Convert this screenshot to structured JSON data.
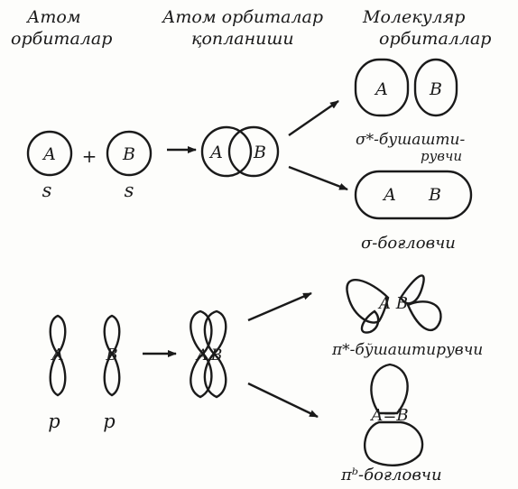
{
  "headers": {
    "col1_line1": "Атом",
    "col1_line2": "орбиталар",
    "col2_line1": "Атом орбиталар",
    "col2_line2": "қопланиши",
    "col3_line1": "Молекуляр",
    "col3_line2": "орбиталлар"
  },
  "s_row": {
    "atom_a": "A",
    "atom_b": "B",
    "plus": "+",
    "label_a": "s",
    "label_b": "s",
    "overlap_a": "A",
    "overlap_b": "B",
    "antibonding_a": "A",
    "antibonding_b": "B",
    "antibonding_label_line1": "σ*-бушашти-",
    "antibonding_label_line2": "рувчи",
    "bonding_a": "A",
    "bonding_b": "B",
    "bonding_label": "σ-боғловчи"
  },
  "p_row": {
    "atom_a": "A",
    "atom_b": "B",
    "label_a": "p",
    "label_b": "p",
    "overlap_a": "A",
    "overlap_b": "B",
    "antibonding_ab": "A B",
    "antibonding_label": "π*-бўшаштирувчи",
    "bonding_ab": "A=B",
    "bonding_label": "πᵇ-боғловчи"
  }
}
